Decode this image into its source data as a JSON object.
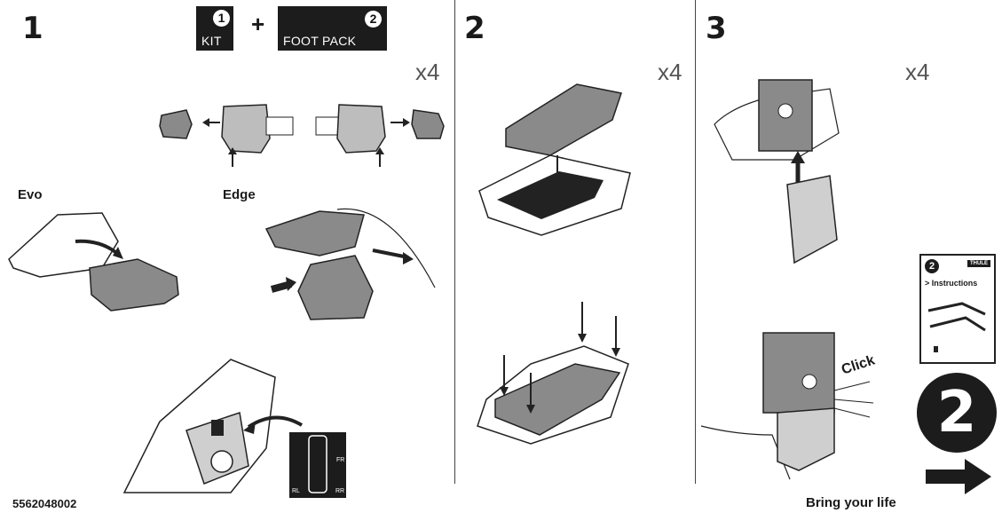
{
  "steps": [
    {
      "number": "1",
      "quantity": "x4",
      "labels": {
        "evo": "Evo",
        "edge": "Edge"
      }
    },
    {
      "number": "2",
      "quantity": "x4"
    },
    {
      "number": "3",
      "quantity": "x4",
      "click_text": "Click"
    }
  ],
  "kit_box": {
    "number": "1",
    "label": "KIT"
  },
  "plus_sign": "+",
  "foot_pack_box": {
    "number": "2",
    "label": "FOOT PACK"
  },
  "position_labels": {
    "fr": "FR",
    "rl": "RL",
    "rr": "RR"
  },
  "booklet": {
    "number": "2",
    "brand": "THULE",
    "title": "> Instructions"
  },
  "next_badge": {
    "number": "2"
  },
  "footer": {
    "code": "5562048002",
    "tagline": "Bring your life"
  },
  "colors": {
    "ink": "#1a1a1a",
    "fill_gray": "#8a8a8a",
    "light_gray": "#cfcfcf"
  }
}
